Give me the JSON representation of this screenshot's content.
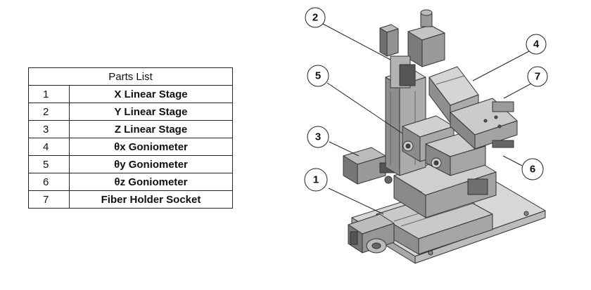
{
  "parts_list": {
    "title": "Parts List",
    "rows": [
      {
        "num": "1",
        "name": "X Linear Stage"
      },
      {
        "num": "2",
        "name": "Y Linear Stage"
      },
      {
        "num": "3",
        "name": "Z Linear Stage"
      },
      {
        "num": "4",
        "name": "θx Goniometer"
      },
      {
        "num": "5",
        "name": "θy Goniometer"
      },
      {
        "num": "6",
        "name": "θz Goniometer"
      },
      {
        "num": "7",
        "name": "Fiber Holder Socket"
      }
    ]
  },
  "callouts": [
    "1",
    "2",
    "3",
    "4",
    "5",
    "6",
    "7"
  ]
}
